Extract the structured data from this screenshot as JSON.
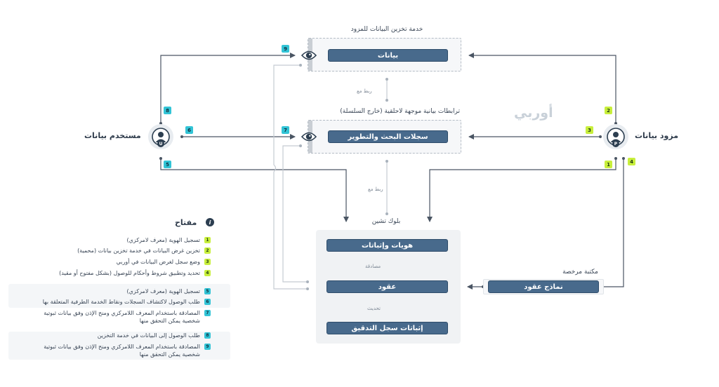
{
  "storage_service_label": "خدمة تخزين البيانات للمزود",
  "data_pill": "بيانات",
  "linked_to_1": "ربط مع",
  "linked_to_2": "ربط مع",
  "data_links_label": "ترابطات بيانية موجهة لاحلقية (خارج السلسلة)",
  "watermark": "أوربي",
  "rnd_pill": "سجلات البحث والتطوير",
  "data_user_label": "مستخدم بيانات",
  "data_provider_label": "مزود بيانات",
  "user_avatar_letter": "U",
  "provider_avatar_letter": "P",
  "blockchain_label": "بلوك تشين",
  "identities_pill": "هويات وإثباتات",
  "authentication_label": "مصادقة",
  "contracts_pill": "عقود",
  "update_label": "تحديث",
  "audit_pill": "إثباتات سجل التدقيق",
  "licensed_library_label": "مكتبة مرخصة",
  "contract_templates_pill": "نماذج عقود",
  "badges": {
    "b1": "1",
    "b2": "2",
    "b3": "3",
    "b4": "4",
    "b5": "5",
    "b6": "6",
    "b7": "7",
    "b8": "8",
    "b9": "9"
  },
  "legend": {
    "title": "مفتاح",
    "info_icon_glyph": "i",
    "items": [
      {
        "num": "1",
        "text": "تسجيل الهوية (معرف لامركزي)"
      },
      {
        "num": "2",
        "text": "تخزين غرض البيانات في خدمة تخزين بيانات (محمية)"
      },
      {
        "num": "3",
        "text": "وضع سجل لغرض البيانات في أوربي"
      },
      {
        "num": "4",
        "text": "تحديد وتطبيق شروط وأحكام للوصول (بشكل مفتوح أو مقيد)"
      },
      {
        "num": "5",
        "text": "تسجيل الهوية (معرف لامركزي)"
      },
      {
        "num": "6",
        "text": "طلب الوصول لاكتشاف السجلات ونقاط الخدمة الطرفية المتعلقة بها"
      },
      {
        "num": "7",
        "text": "المصادقة باستخدام المعرف اللامركزي ومنح الإذن وفق بيانات ثبوتية شخصية يمكن التحقق منها"
      },
      {
        "num": "8",
        "text": "طلب الوصول إلى البيانات في خدمة التخزين"
      },
      {
        "num": "9",
        "text": "المصادقة باستخدام المعرف اللامركزي ومنح الإذن وفق بيانات ثبوتية شخصية يمكن التحقق منها"
      }
    ]
  },
  "colors": {
    "pill": "#486a8c",
    "badge_cyan": "#32c4d6",
    "badge_lime": "#c8ef3c",
    "line": "#4a5563",
    "connector": "#c5cbd2"
  }
}
